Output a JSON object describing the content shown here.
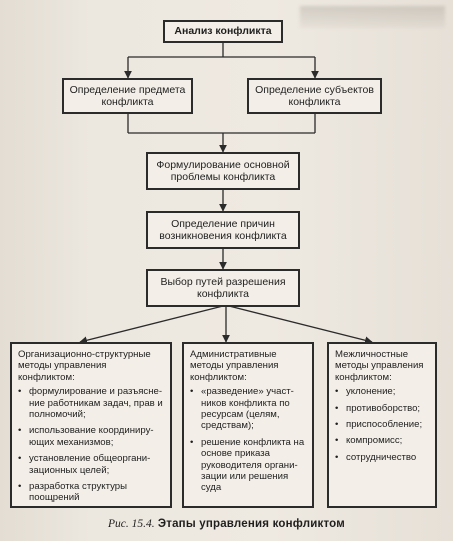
{
  "diagram": {
    "top": "Анализ конфликта",
    "subject_matter": "Определение предмета конфликта",
    "subjects": "Определение субъектов конфликта",
    "core_problem": "Формулирование основной проблемы конфликта",
    "causes": "Определение причин возникновения конфликта",
    "resolution_paths": "Выбор путей разрешения конфликта",
    "methods": [
      {
        "title": "Организационно-структурные методы управления конфликтом:",
        "items": [
          "формулирование и разъясне-ние работникам задач, прав и полномочий;",
          "использование координиру-ющих механизмов;",
          "установление общеоргани-зационных целей;",
          "разработка структуры поощрений"
        ]
      },
      {
        "title": "Административные методы управления конфликтом:",
        "items": [
          "«разведение» участ-ников конфликта по ресурсам (целям, средствам);",
          "решение конфликта на основе приказа руководителя органи-зации или решения суда"
        ]
      },
      {
        "title": "Межличностные методы управления конфликтом:",
        "items": [
          "уклонение;",
          "противоборство;",
          "приспособление;",
          "компромисс;",
          "сотрудничество"
        ]
      }
    ]
  },
  "caption": {
    "number": "Рис. 15.4.",
    "title": "Этапы управления конфликтом"
  }
}
